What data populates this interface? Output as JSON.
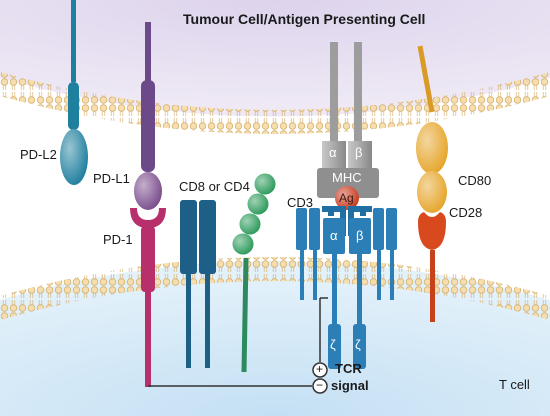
{
  "title": "Tumour Cell/Antigen Presenting Cell",
  "labels": {
    "pdl2": "PD-L2",
    "pdl1": "PD-L1",
    "pd1": "PD-1",
    "cd8_cd4": "CD8 or CD4",
    "cd3": "CD3",
    "mhc": "MHC",
    "mhc_alpha": "α",
    "mhc_beta": "β",
    "antigen": "Ag",
    "tcr_alpha": "α",
    "tcr_beta": "β",
    "zeta_left": "ζ",
    "zeta_right": "ζ",
    "cd80": "CD80",
    "cd28": "CD28",
    "tcr": "TCR",
    "signal": "signal",
    "plus_sign": "+",
    "minus_sign": "−",
    "tcell": "T cell"
  },
  "colors": {
    "apc_fill": "#e9e3f1",
    "tcell_fill": "#d8ebf7",
    "membrane_head": "#f3d9a6",
    "membrane_stroke": "#d8b06a",
    "pdl2": "#1f7f9e",
    "pdl1": "#7a4c8c",
    "pd1": "#b7306b",
    "cd8": "#1d5f86",
    "cd4_bead": "#2b9a5a",
    "mhc": "#9a9a9a",
    "antigen": "#c9391f",
    "tcr": "#2b7fb6",
    "cd80": "#e6a52a",
    "cd28": "#d84a1e"
  }
}
